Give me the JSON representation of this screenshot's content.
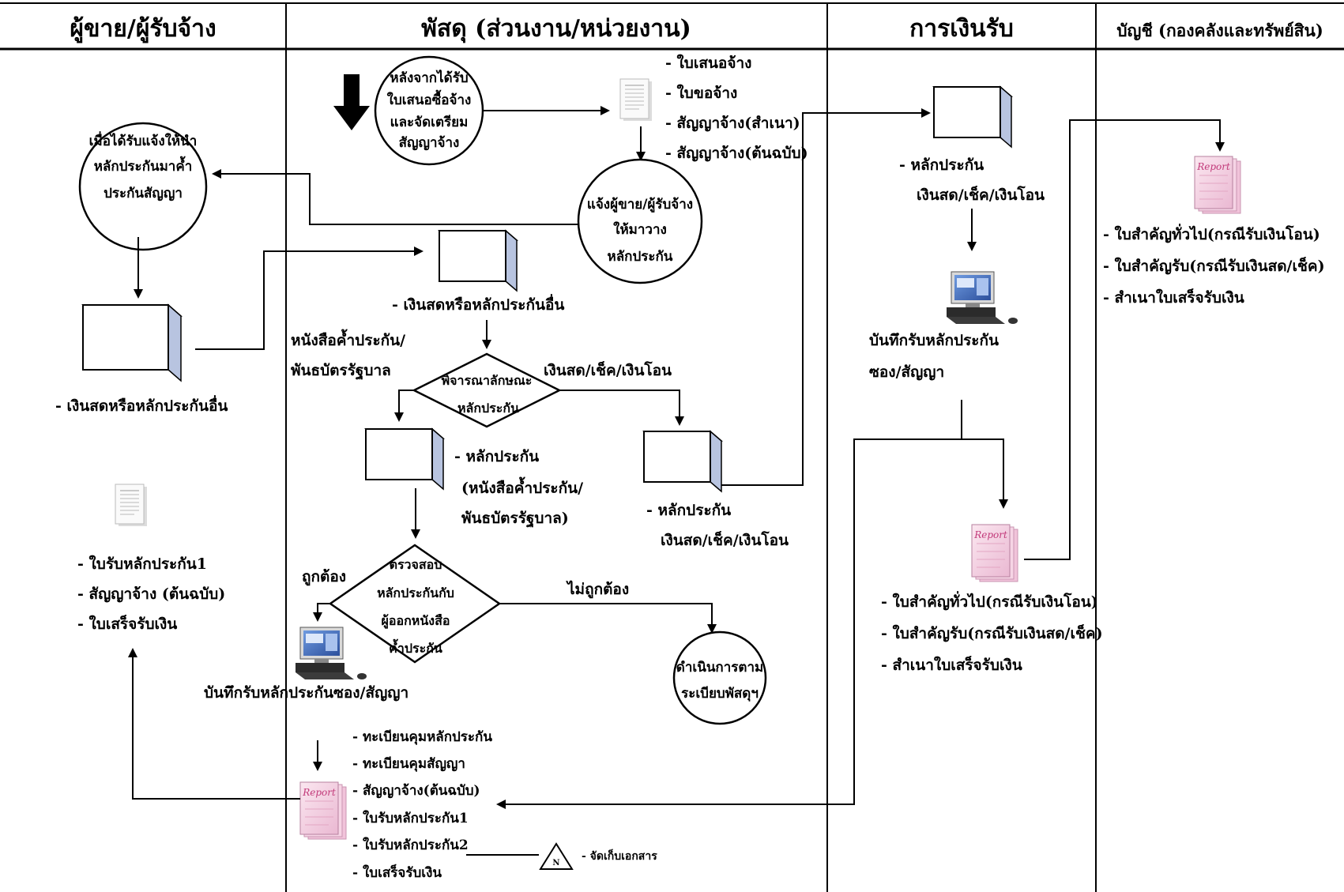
{
  "lanes": [
    {
      "title": "ผู้ขาย/ผู้รับจ้าง"
    },
    {
      "title": "พัสดุ (ส่วนงาน/หน่วยงาน)"
    },
    {
      "title": "การเงินรับ"
    },
    {
      "title": "บัญชี (กองคลังและทรัพย์สิน)"
    }
  ],
  "nodes": {
    "start_circle": [
      "หลังจากได้รับ",
      "ใบเสนอซื้อจ้าง",
      "และจัดเตรียม",
      "สัญญาจ้าง"
    ],
    "proposal_docs": [
      "- ใบเสนอจ้าง",
      "- ใบขอจ้าง",
      "- สัญญาจ้าง(สำเนา)",
      "- สัญญาจ้าง(ต้นฉบับ)"
    ],
    "notify_circle": [
      "แจ้งผู้ขาย/ผู้รับจ้าง",
      "ให้มาวาง",
      "หลักประกัน"
    ],
    "vendor_circle": [
      "เมื่อได้รับแจ้งให้นำ",
      "หลักประกันมาค้ำ",
      "ประกันสัญญา"
    ],
    "vendor_box_label": "- เงินสดหรือหลักประกันอื่น",
    "supply_box_label": "- เงินสดหรือหลักประกันอื่น",
    "branch_left_label": [
      "หนังสือค้ำประกัน/",
      "พันธบัตรรัฐบาล"
    ],
    "branch_right_label": "เงินสด/เช็ค/เงินโอน",
    "decision1": [
      "พิจารณาลักษณะ",
      "หลักประกัน"
    ],
    "guarantee_left_label": [
      "- หลักประกัน",
      "(หนังสือค้ำประกัน/",
      "พันธบัตรรัฐบาล)"
    ],
    "guarantee_right_label": [
      "- หลักประกัน",
      "เงินสด/เช็ค/เงินโอน"
    ],
    "decision2": [
      "ตรวจสอบ",
      "หลักประกันกับ",
      "ผู้ออกหนังสือ",
      "ค้ำประกัน"
    ],
    "correct_label": "ถูกต้อง",
    "incorrect_label": "ไม่ถูกต้อง",
    "record_supply_label": "บันทึกรับหลักประกันซอง/สัญญา",
    "procedure_circle": [
      "ดำเนินการตาม",
      "ระเบียบพัสดุฯ"
    ],
    "report_list": [
      "- ทะเบียนคุมหลักประกัน",
      "- ทะเบียนคุมสัญญา",
      "- สัญญาจ้าง(ต้นฉบับ)",
      "- ใบรับหลักประกัน1",
      "- ใบรับหลักประกัน2",
      "- ใบเสร็จรับเงิน"
    ],
    "archive_label": "- จัดเก็บเอกสาร",
    "archive_symbol": "N",
    "vendor_docs": [
      "- ใบรับหลักประกัน1",
      "- สัญญาจ้าง (ต้นฉบับ)",
      "- ใบเสร็จรับเงิน"
    ],
    "finance_box_label": [
      "- หลักประกัน",
      "เงินสด/เช็ค/เงินโอน"
    ],
    "finance_record_label": [
      "บันทึกรับหลักประกัน",
      "ซอง/สัญญา"
    ],
    "finance_report_list": [
      "- ใบสำคัญทั่วไป(กรณีรับเงินโอน)",
      "- ใบสำคัญรับ(กรณีรับเงินสด/เช็ค)",
      "- สำเนาใบเสร็จรับเงิน"
    ],
    "account_report_list": [
      "- ใบสำคัญทั่วไป(กรณีรับเงินโอน)",
      "- ใบสำคัญรับ(กรณีรับเงินสด/เช็ค)",
      "- สำเนาใบเสร็จรับเงิน"
    ],
    "report_badge": "Report"
  },
  "colors": {
    "box_side": "#b8c4e0",
    "report_pink": "#f3cfe0",
    "report_text": "#c23a7a",
    "screen_blue": "#3a66b8"
  }
}
